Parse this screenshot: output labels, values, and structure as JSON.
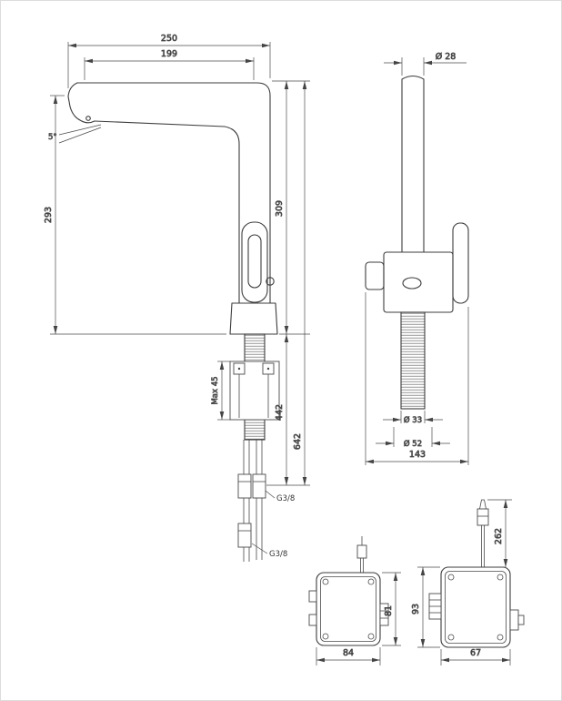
{
  "side_view": {
    "dim_overall_reach": "250",
    "dim_spout_reach": "199",
    "spout_angle": "5°",
    "dim_outlet_height": "293",
    "dim_top_height": "309",
    "dim_max_deck_thickness": "Max 45",
    "dim_below_deck": "442",
    "dim_total_height": "642",
    "hose_thread_upper": "G3/8",
    "hose_thread_lower": "G3/8"
  },
  "front_view": {
    "dim_spout_diameter": "Ø 28",
    "dim_shank_diameter": "Ø 33",
    "dim_base_diameter": "Ø 52",
    "dim_overall_width": "143"
  },
  "control_box_side": {
    "dim_width": "84",
    "dim_height": "81"
  },
  "control_box_front": {
    "dim_cable_length": "262",
    "dim_height": "93",
    "dim_width": "67"
  }
}
